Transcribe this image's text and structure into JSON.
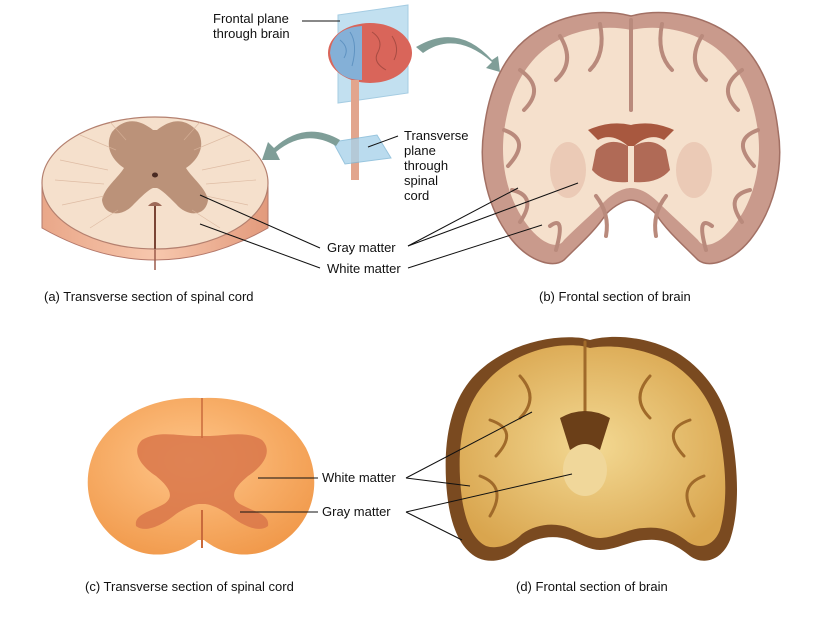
{
  "labels": {
    "frontal_plane": "Frontal plane\nthrough brain",
    "transverse_plane": "Transverse\nplane\nthrough\nspinal\ncord",
    "gray_matter_top": "Gray matter",
    "white_matter_top": "White matter",
    "white_matter_bottom": "White matter",
    "gray_matter_bottom": "Gray matter"
  },
  "captions": {
    "a": "(a) Transverse section of spinal cord",
    "b": "(b) Frontal section of brain",
    "c": "(c) Transverse section of spinal cord",
    "d": "(d) Frontal section of brain"
  },
  "colors": {
    "white_matter_illustration": "#f5e0cc",
    "gray_matter_illustration": "#b58a70",
    "brain_cortex": "#c99a8c",
    "spinal_photo": "#f4a45e",
    "spinal_photo_gray": "#d9774a",
    "brain_photo": "#e9c77a",
    "arrow": "#7f9e98",
    "plane": "#a9d3ea"
  }
}
